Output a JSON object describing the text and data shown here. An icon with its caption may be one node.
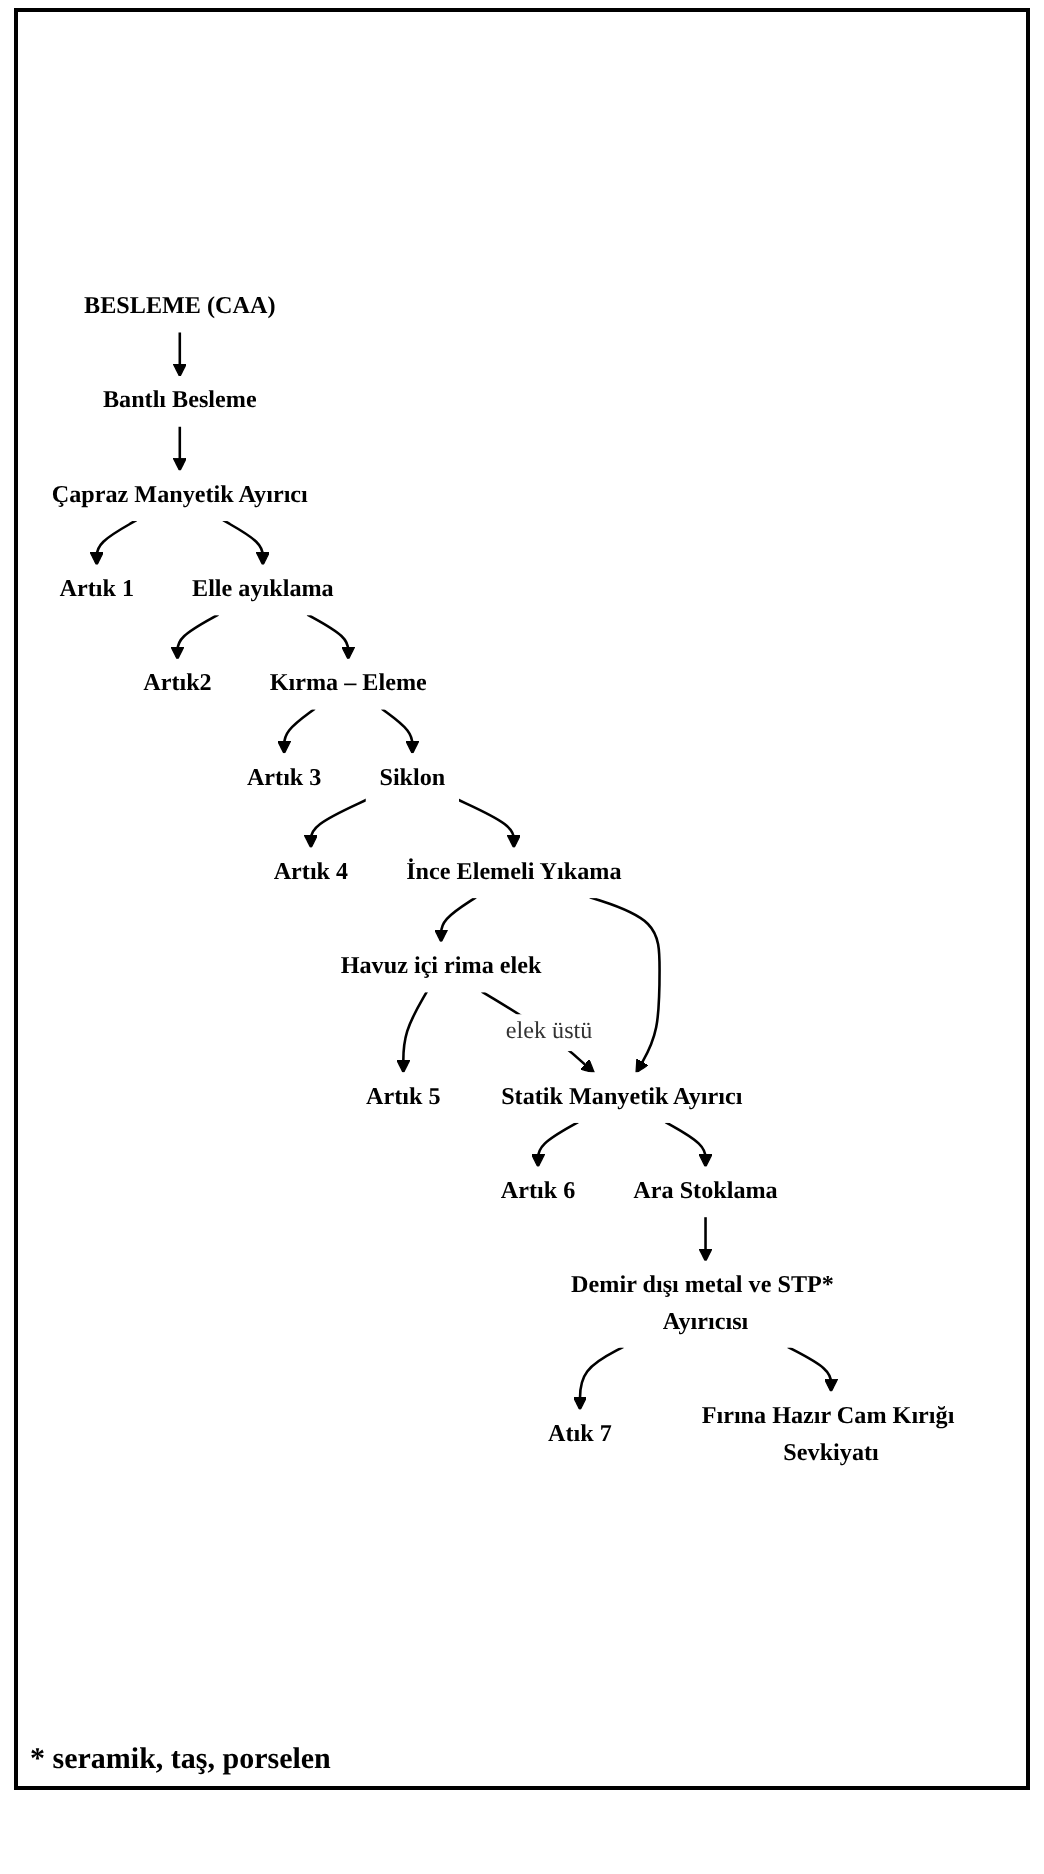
{
  "diagram": {
    "nodes": [
      {
        "text": [
          "BESLEME (CAA)"
        ]
      },
      {
        "text": [
          "Bantlı Besleme"
        ]
      },
      {
        "text": [
          "Çapraz Manyetik Ayırıcı"
        ]
      },
      {
        "text": [
          "Artık 1"
        ]
      },
      {
        "text": [
          "Elle ayıklama"
        ]
      },
      {
        "text": [
          "Artık2"
        ]
      },
      {
        "text": [
          "Kırma – Eleme"
        ]
      },
      {
        "text": [
          "Artık 3"
        ]
      },
      {
        "text": [
          "Siklon"
        ]
      },
      {
        "text": [
          "Artık 4"
        ]
      },
      {
        "text": [
          "İnce Elemeli Yıkama"
        ]
      },
      {
        "text": [
          "Havuz içi rima elek"
        ]
      },
      {
        "text": [
          "Artık 5"
        ]
      },
      {
        "text": [
          "Statik Manyetik Ayırıcı"
        ]
      },
      {
        "text": [
          "Artık 6"
        ]
      },
      {
        "text": [
          "Ara Stoklama"
        ]
      },
      {
        "text": [
          "Demir dışı metal ve STP* Ayırıcısı"
        ]
      },
      {
        "text": [
          "Atık 7"
        ]
      },
      {
        "text": [
          "Fırına Hazır Cam Kırığı Sevkiyatı"
        ]
      }
    ],
    "edges": [
      {
        "from": 0,
        "to": 1,
        "arrow": "to"
      },
      {
        "from": 1,
        "to": 2,
        "arrow": "to"
      },
      {
        "from": 2,
        "to": 3,
        "arrow": "to"
      },
      {
        "from": 2,
        "to": 4,
        "arrow": "to"
      },
      {
        "from": 4,
        "to": 5,
        "arrow": "to"
      },
      {
        "from": 4,
        "to": 6,
        "arrow": "to"
      },
      {
        "from": 6,
        "to": 7,
        "arrow": "to"
      },
      {
        "from": 6,
        "to": 8,
        "arrow": "to"
      },
      {
        "from": 8,
        "to": 9,
        "arrow": "to"
      },
      {
        "from": 8,
        "to": 10,
        "arrow": "to"
      },
      {
        "from": 10,
        "to": 11,
        "arrow": "to"
      },
      {
        "from": 11,
        "to": 12,
        "arrow": "to"
      },
      {
        "from": 10,
        "to": 13,
        "arrow": "to"
      },
      {
        "from": 11,
        "to": 13,
        "arrow": "to",
        "label": "elek üstü"
      },
      {
        "from": 13,
        "to": 14,
        "arrow": "to"
      },
      {
        "from": 13,
        "to": 15,
        "arrow": "to"
      },
      {
        "from": 15,
        "to": 16,
        "arrow": "to"
      },
      {
        "from": 16,
        "to": 17,
        "arrow": "to"
      },
      {
        "from": 16,
        "to": 18,
        "arrow": "to"
      }
    ],
    "labels": [
      "* seramik, taş, porselen"
    ]
  }
}
